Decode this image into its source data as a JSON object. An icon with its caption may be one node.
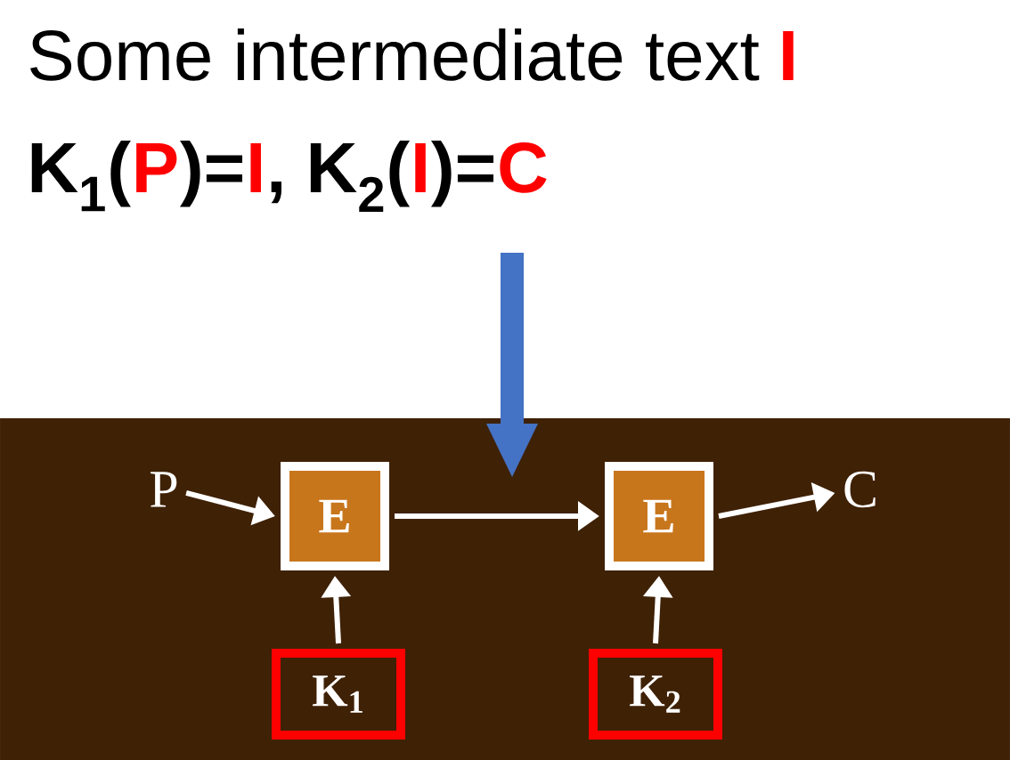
{
  "diagram": {
    "nodes": [
      {
        "text": [
          "P"
        ]
      },
      {
        "text": [
          "E"
        ]
      },
      {
        "text": [
          "E"
        ]
      },
      {
        "text": [
          "C"
        ]
      },
      {
        "text": [
          "K$_{1}$"
        ]
      },
      {
        "text": [
          "K$_{2}$"
        ]
      }
    ],
    "edges": [
      {
        "from": 0,
        "to": 1,
        "arrow": "to"
      },
      {
        "from": 1,
        "to": 2,
        "arrow": "to"
      },
      {
        "from": 2,
        "to": 3,
        "arrow": "to"
      },
      {
        "from": 4,
        "to": 1,
        "arrow": "to"
      },
      {
        "from": 5,
        "to": 2,
        "arrow": "to"
      }
    ],
    "labels": [
      "Some intermediate text",
      "I",
      "K$_{1}$(",
      "P",
      ")=",
      "I",
      ", K$_{2}$(",
      "I",
      ")=",
      "C"
    ]
  }
}
